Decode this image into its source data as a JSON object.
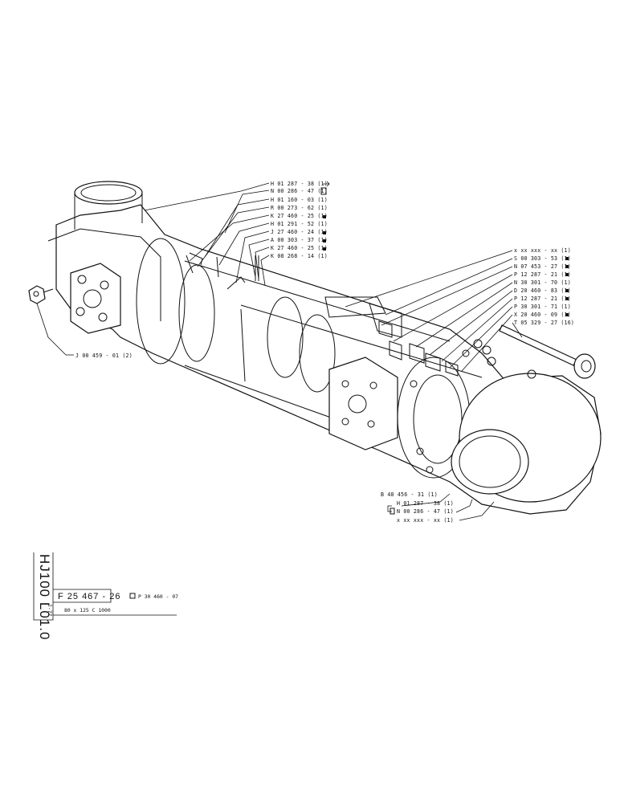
{
  "callouts_top": [
    "H 01 287 - 38 (1)",
    "N 00 286 - 47 (1)",
    "H 01 160 - 03 (1)",
    "R 00 273 - 62 (1)",
    "K 27 460 - 25 (1)",
    "H 01 291 - 52 (1)",
    "J 27 460 - 24 (1)",
    "A 00 303 - 37 (1)",
    "K 27 460 - 25 (1)",
    "K 08 268 - 14 (1)"
  ],
  "callouts_right": [
    "x xx xxx - xx (1)",
    "S 00 303 - 53 (1)",
    "N 07 453 - 27 (1)",
    "P 12 287 - 21 (1)",
    "N 30 301 - 70 (1)",
    "D 20 460 - 83 (1)",
    "P 12 287 - 21 (1)",
    "P 30 301 - 71 (1)",
    "X 20 460 - 09 (1)",
    "T 05 329 - 27 (16)"
  ],
  "callouts_left": [
    "J 00 459 - 01 (2)"
  ],
  "callouts_bottom": [
    "B 48 456 - 31 (1)",
    "H 01 287 - 38 (1)",
    "N 00 286 - 47 (1)",
    "x xx xxx - xx (1)"
  ],
  "title_block": {
    "side_code": "HJ100 L01.0",
    "small_code": "2-77",
    "part_number": "F 25 467 - 26",
    "ref_number": "P 30 460 - 07",
    "description": "80 x 125 C 1000"
  }
}
